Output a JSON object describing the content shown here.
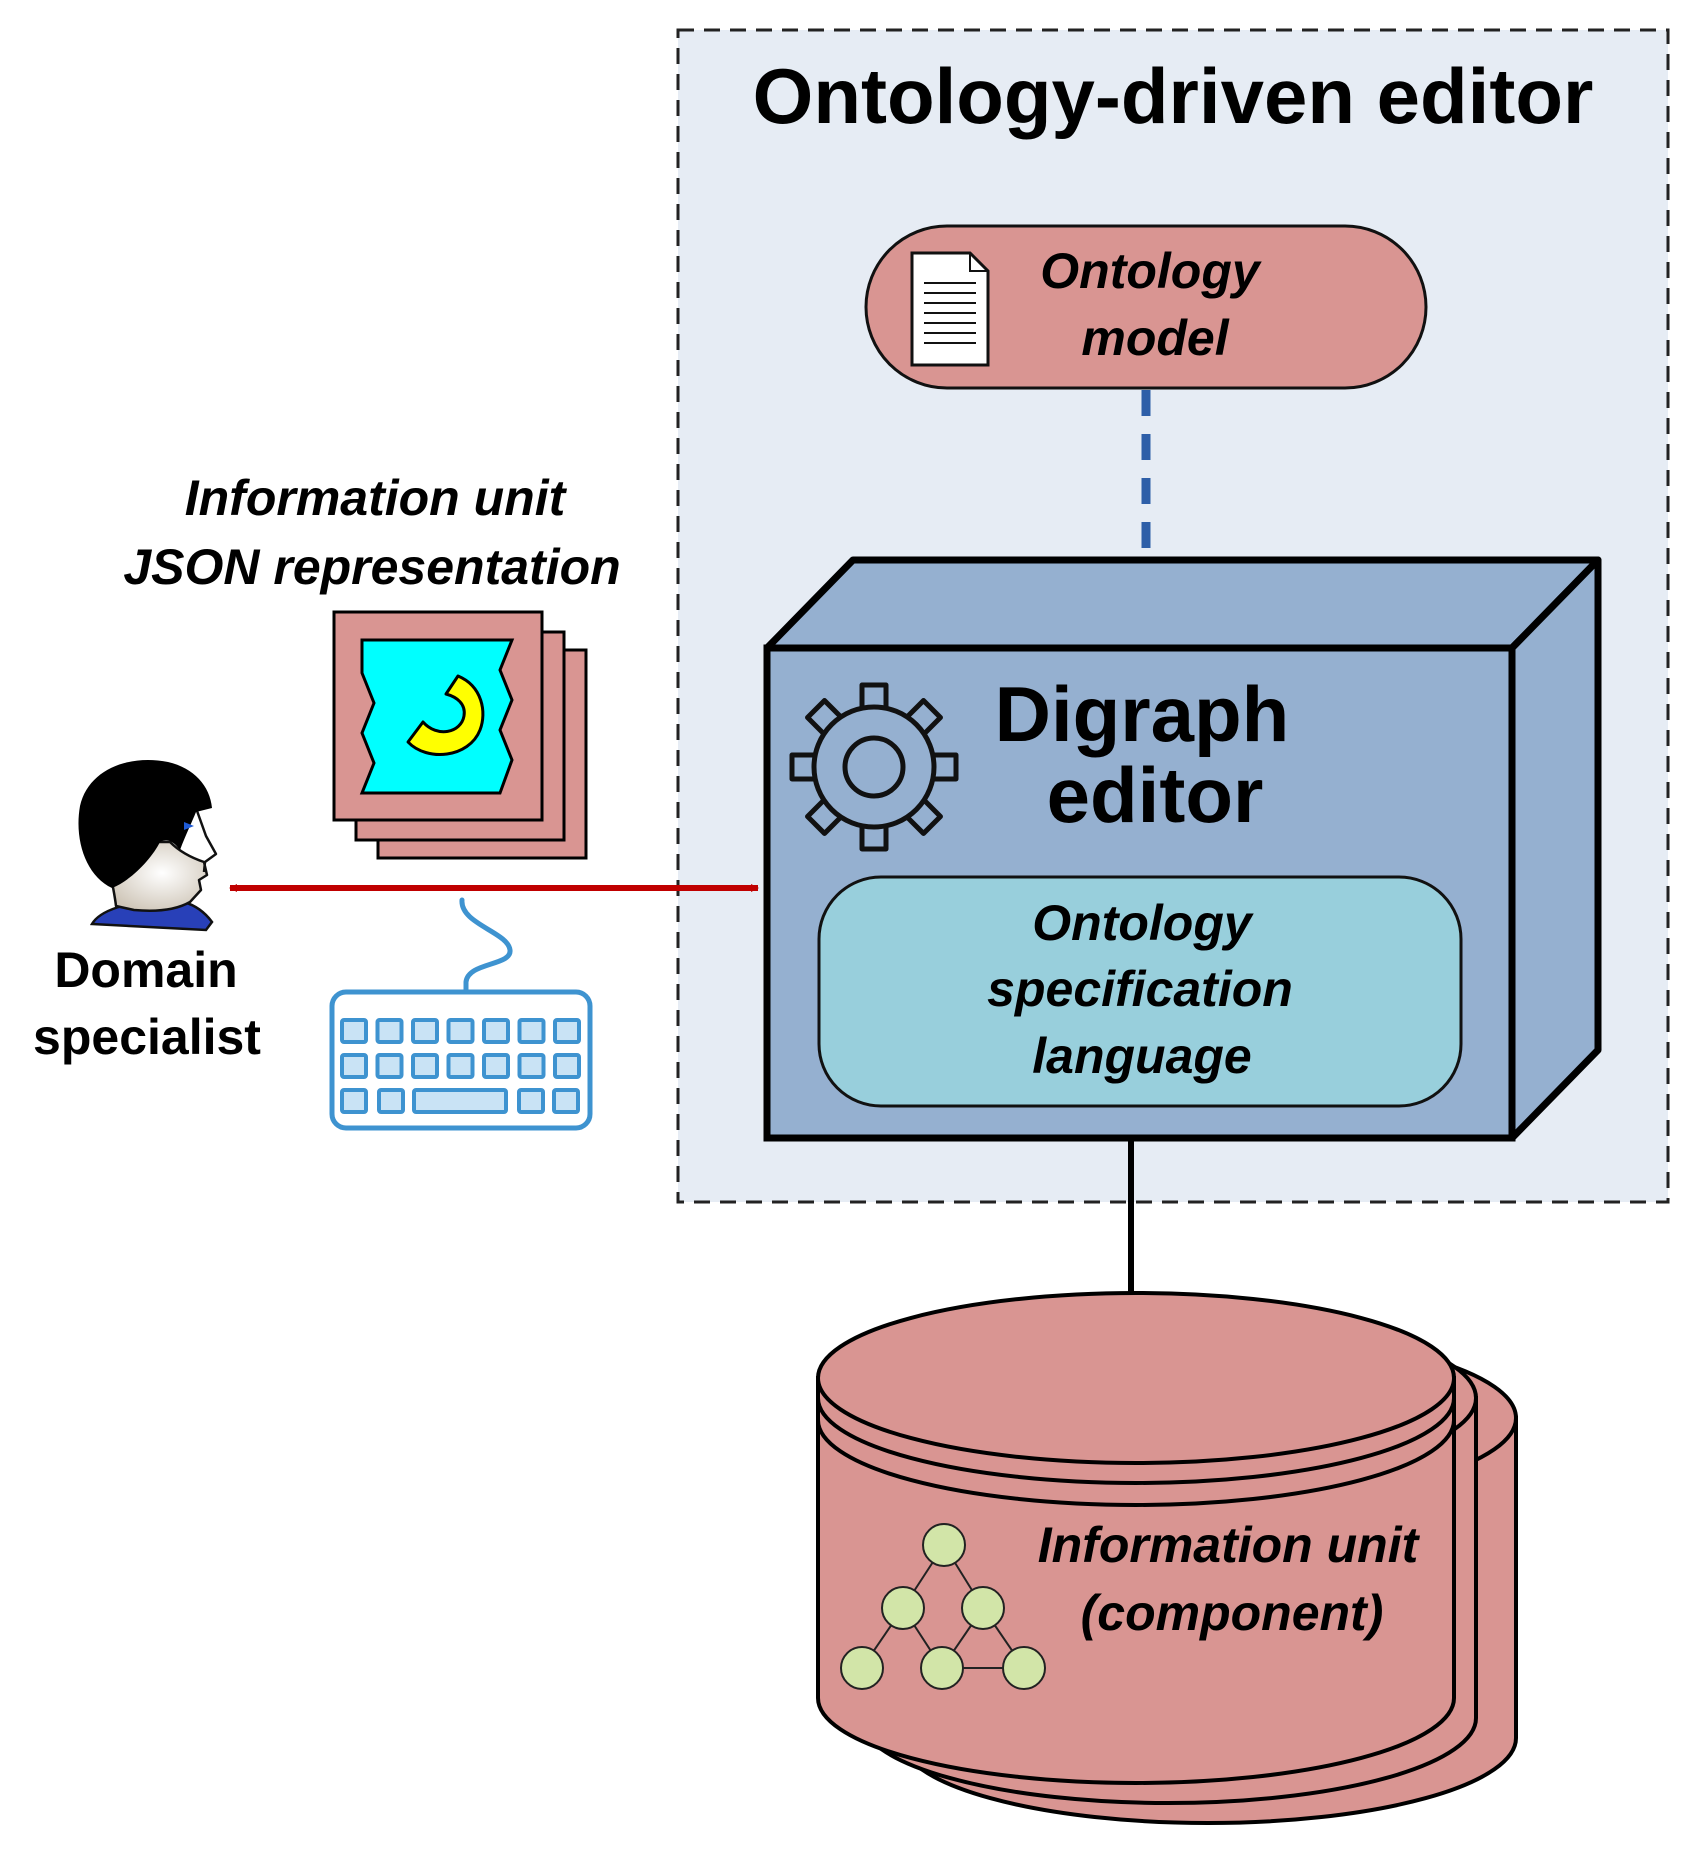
{
  "title": "Ontology-driven editor",
  "ontology_model": {
    "line1": "Ontology",
    "line2": "model",
    "icon": "document-icon"
  },
  "digraph_editor": {
    "line1": "Digraph",
    "line2": "editor",
    "icon": "gear-icon"
  },
  "spec_language": {
    "line1": "Ontology",
    "line2": "specification",
    "line3": "language"
  },
  "json_representation": {
    "line1": "Information unit",
    "line2": "JSON representation",
    "icon": "json-file-icon"
  },
  "domain_specialist": {
    "line1": "Domain",
    "line2": "specialist",
    "icon": "person-icon"
  },
  "keyboard": {
    "icon": "keyboard-icon"
  },
  "information_unit": {
    "line1": "Information unit",
    "line2": "(component)",
    "icon": "tree-graph-icon"
  },
  "colors": {
    "container_fill": "#e6ecf4",
    "pink_fill": "#d99592",
    "box_blue": "#95b0d0",
    "inner_cyan": "#98cfdc",
    "red_arrow": "#c00000",
    "blue_arrow": "#2e5fa8",
    "json_cyan": "#00ffff",
    "json_yellow": "#ffff00",
    "keyboard_blue": "#3e93d0",
    "tree_green": "#d2e5a8"
  }
}
